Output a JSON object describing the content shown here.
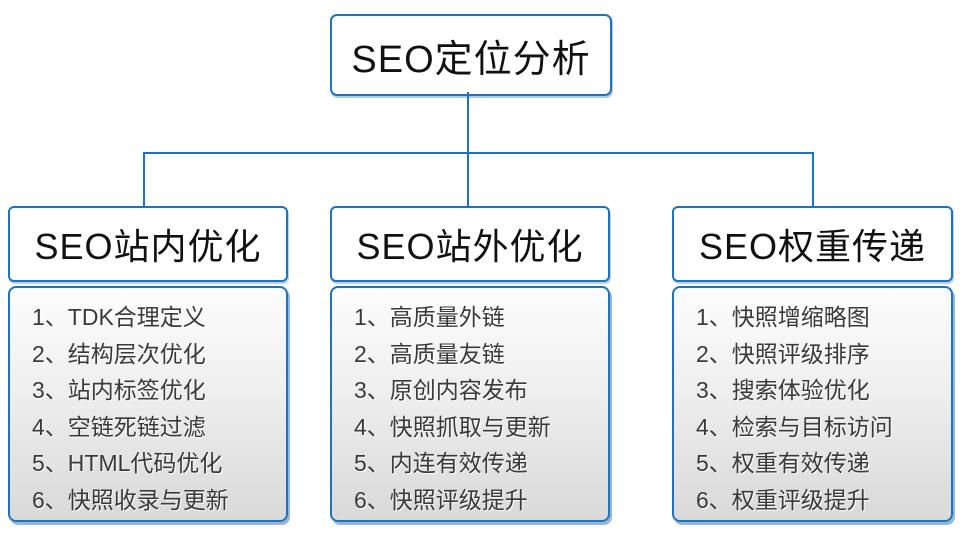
{
  "root": {
    "title": "SEO定位分析"
  },
  "colors": {
    "accent_blue": "#1c73c2",
    "body_gradient_top": "#fdfdfd",
    "body_gradient_bottom": "#d9d9d9",
    "text_dark": "#111111",
    "text_list": "#3a3a3a"
  },
  "columns": [
    {
      "header": "SEO站内优化",
      "items": [
        "1、TDK合理定义",
        "2、结构层次优化",
        "3、站内标签优化",
        "4、空链死链过滤",
        "5、HTML代码优化",
        "6、快照收录与更新"
      ]
    },
    {
      "header": "SEO站外优化",
      "items": [
        "1、高质量外链",
        "2、高质量友链",
        "3、原创内容发布",
        "4、快照抓取与更新",
        "5、内连有效传递",
        "6、快照评级提升"
      ]
    },
    {
      "header": "SEO权重传递",
      "items": [
        "1、快照增缩略图",
        "2、快照评级排序",
        "3、搜索体验优化",
        "4、检索与目标访问",
        "5、权重有效传递",
        "6、权重评级提升"
      ]
    }
  ]
}
